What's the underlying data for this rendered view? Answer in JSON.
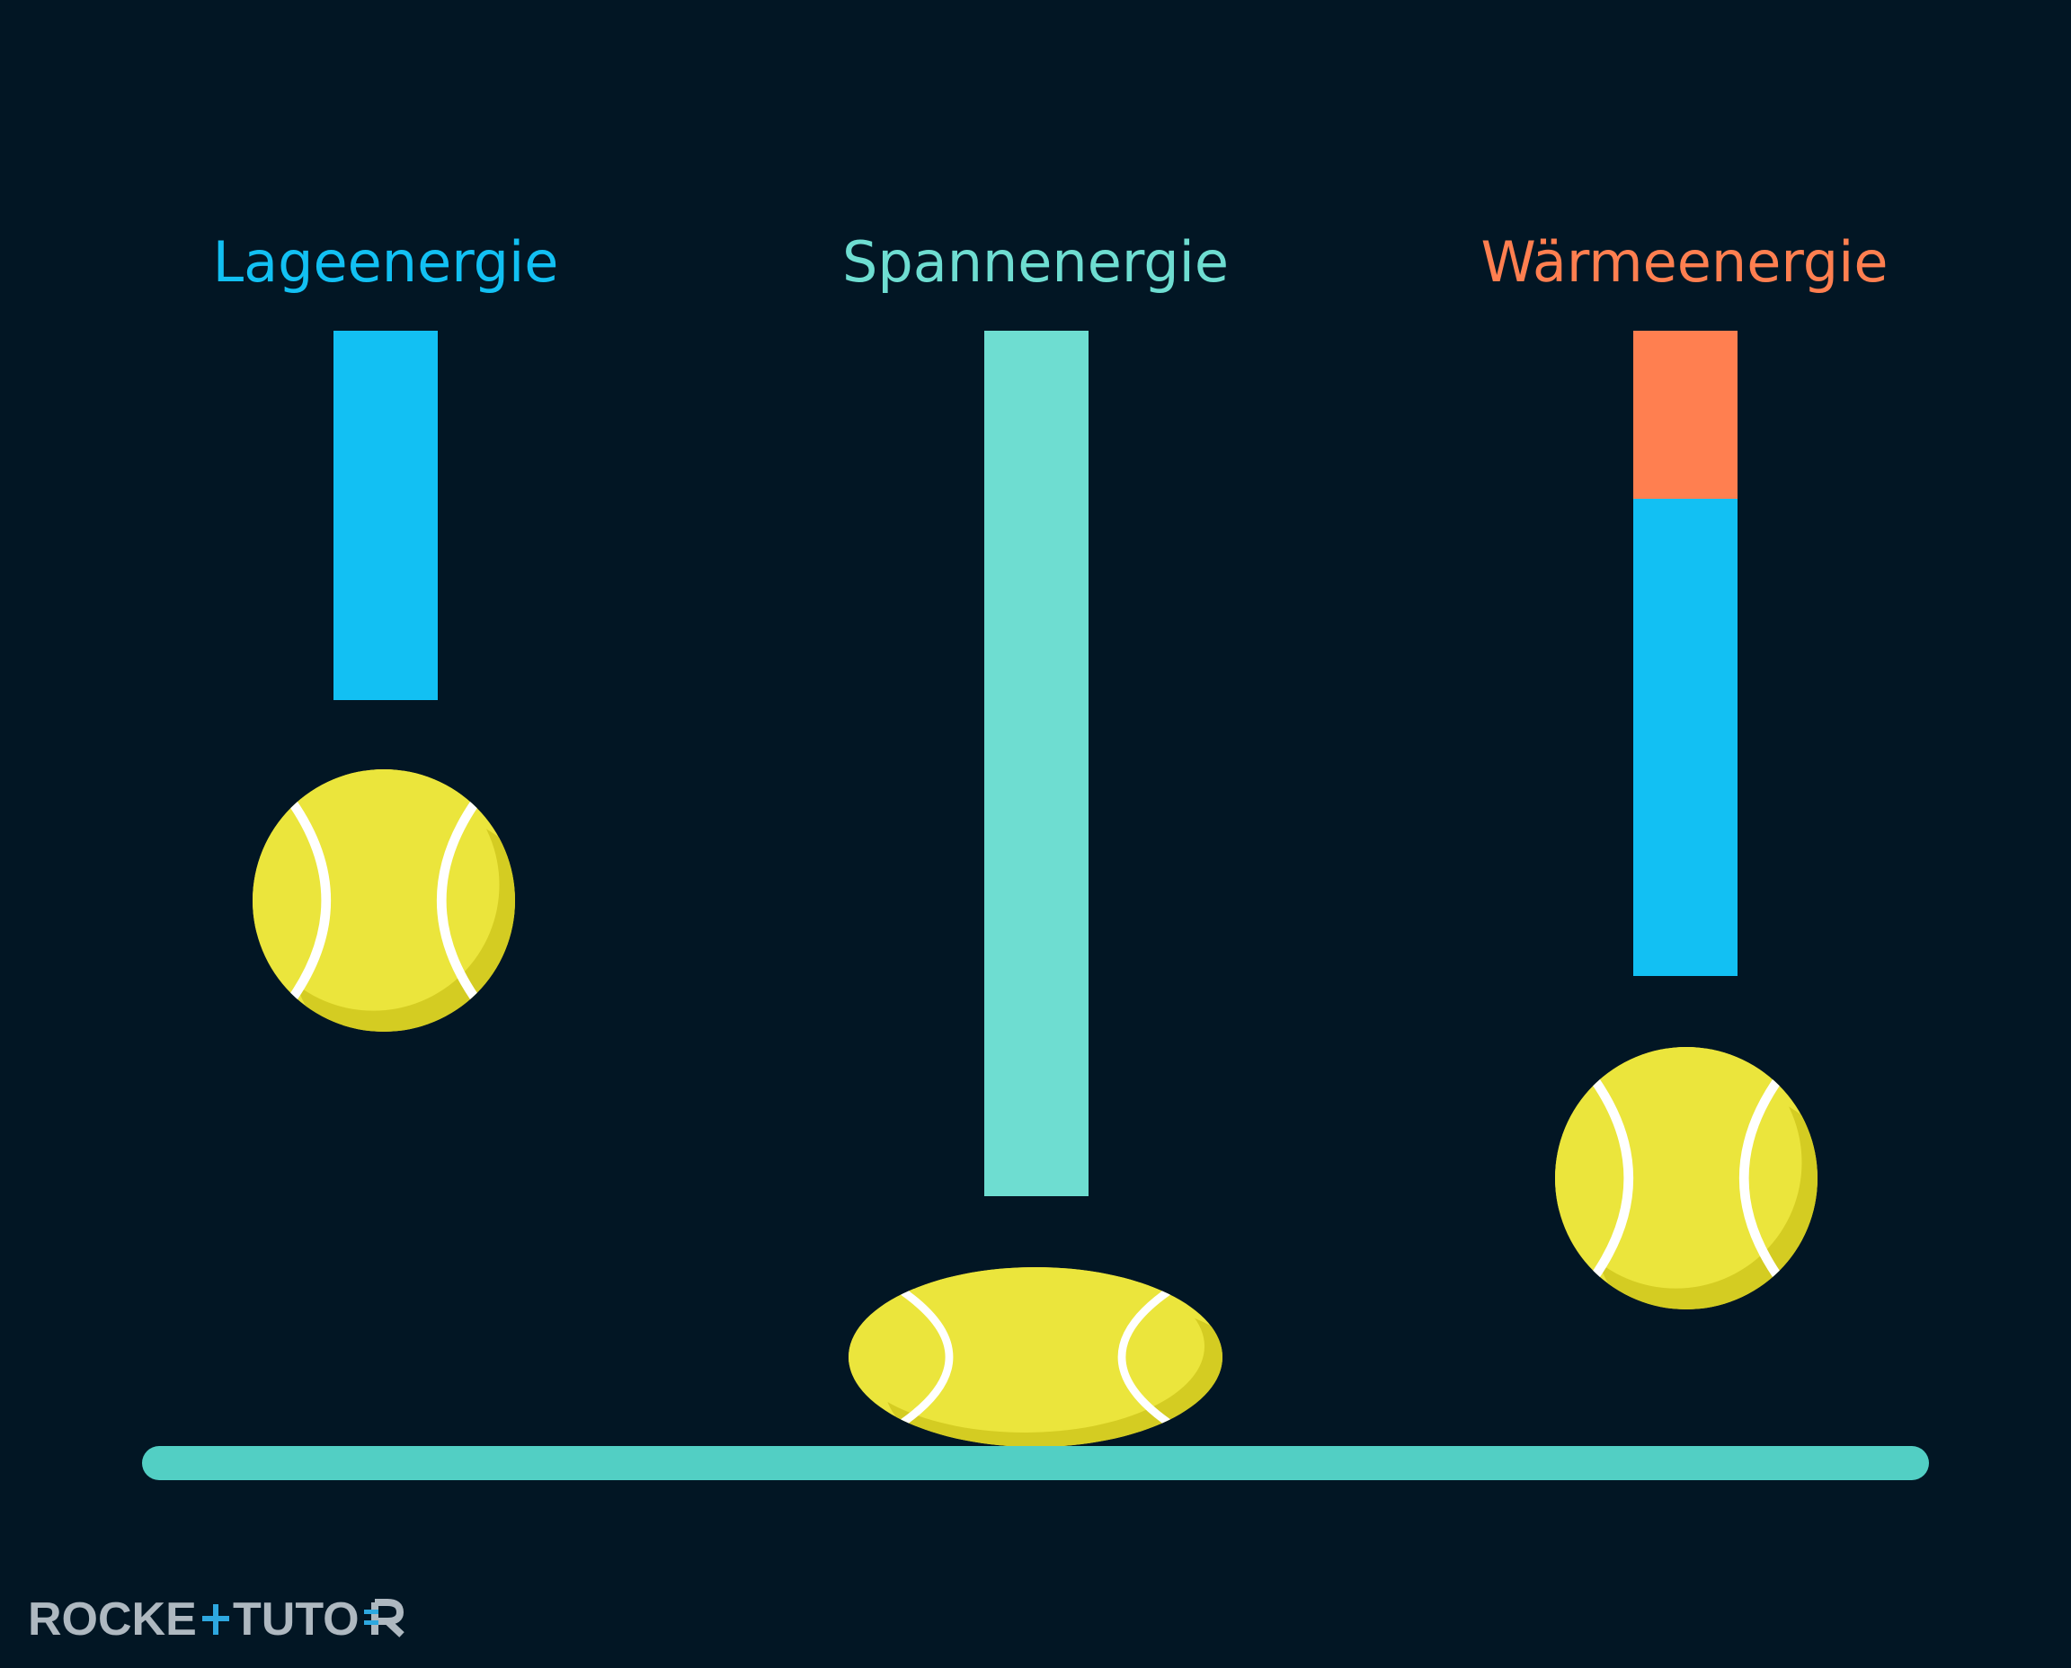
{
  "colors": {
    "background": "#021624",
    "potential": "#12C0F3",
    "elastic": "#6EDDD1",
    "thermal": "#FF7F50",
    "ball": "#EBE53C",
    "ball_shadow": "#D4CC22",
    "ground": "#52CFC4",
    "logo_text": "#AEB8C0",
    "logo_accent": "#2EA8E0"
  },
  "labels": {
    "potential": "Lageenergie",
    "elastic": "Spannenergie",
    "thermal": "Wärmeenergie"
  },
  "energy_levels": {
    "stage_1_potential": 0.43,
    "stage_2_elastic": 1.0,
    "stage_3_thermal": 0.19,
    "stage_3_potential": 0.55
  },
  "logo": {
    "part_1": "ROCKE",
    "part_2": "TUTO"
  }
}
